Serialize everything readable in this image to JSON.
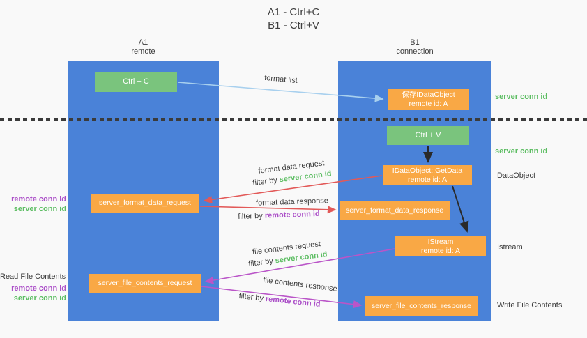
{
  "title": {
    "line1": "A1 - Ctrl+C",
    "line2": "B1 - Ctrl+V"
  },
  "columns": {
    "left": {
      "name": "A1",
      "subtitle": "remote"
    },
    "right": {
      "name": "B1",
      "subtitle": "connection"
    }
  },
  "nodes": {
    "ctrl_c": "Ctrl + C",
    "ctrl_v": "Ctrl + V",
    "save_idataobject": {
      "line1": "保存IDataObject",
      "line2": "remote id: A"
    },
    "getdata": {
      "line1": "IDataObject::GetData",
      "line2": "remote id: A"
    },
    "istream": {
      "line1": "IStream",
      "line2": "remote id: A"
    },
    "format_request": "server_format_data_request",
    "format_response": "server_format_data_response",
    "file_request": "server_file_contents_request",
    "file_response": "server_file_contents_response"
  },
  "labels": {
    "format_list": "format list",
    "format_data_request": "format data request",
    "format_data_response": "format data response",
    "file_contents_request": "file contents request",
    "file_contents_response": "file contents response",
    "filter_by": "filter by ",
    "server_conn_id": "server conn id",
    "remote_conn_id": "remote conn id",
    "dataobject": "DataObject",
    "istream_side": "Istream",
    "read_file_contents": "Read File Contents",
    "write_file_contents": "Write File Contents"
  },
  "colors": {
    "lifeline_blue": "#4a82d8",
    "node_green": "#7ac47d",
    "node_orange": "#f9a845",
    "arrow_light_blue": "#a8d0ee",
    "arrow_red": "#e25958",
    "arrow_purple": "#ba55c8",
    "arrow_black": "#2a2a2a",
    "text_green": "#5cbd62",
    "text_purple": "#ab4fc8",
    "text_dark": "#3b3b3b"
  }
}
